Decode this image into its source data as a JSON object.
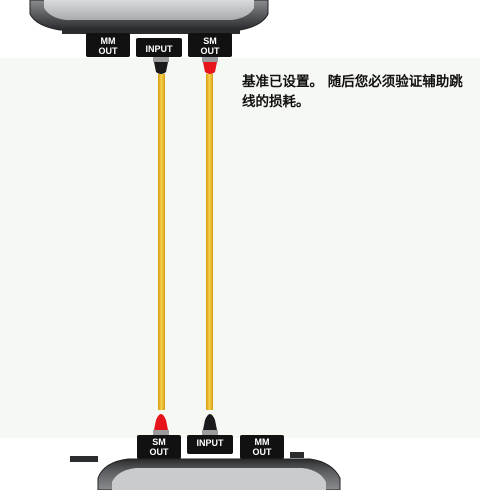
{
  "instruction": {
    "text": "基准已设置。 随后您必须验证辅助跳线的损耗。"
  },
  "top_device": {
    "ports": [
      {
        "id": "mm",
        "lines": [
          "MM",
          "OUT"
        ]
      },
      {
        "id": "input",
        "lines": [
          "INPUT"
        ]
      },
      {
        "id": "sm",
        "lines": [
          "SM",
          "OUT"
        ]
      }
    ]
  },
  "bottom_device": {
    "ports": [
      {
        "id": "sm",
        "lines": [
          "SM",
          "OUT"
        ]
      },
      {
        "id": "input",
        "lines": [
          "INPUT"
        ]
      },
      {
        "id": "mm",
        "lines": [
          "MM",
          "OUT"
        ]
      }
    ]
  },
  "colors": {
    "background": "#f6f8f4",
    "cable": "#f2c230",
    "connector_red": "#e8141b",
    "connector_black": "#1a1a1a",
    "port_box": "#111111",
    "device_body": "#6d6f72"
  }
}
